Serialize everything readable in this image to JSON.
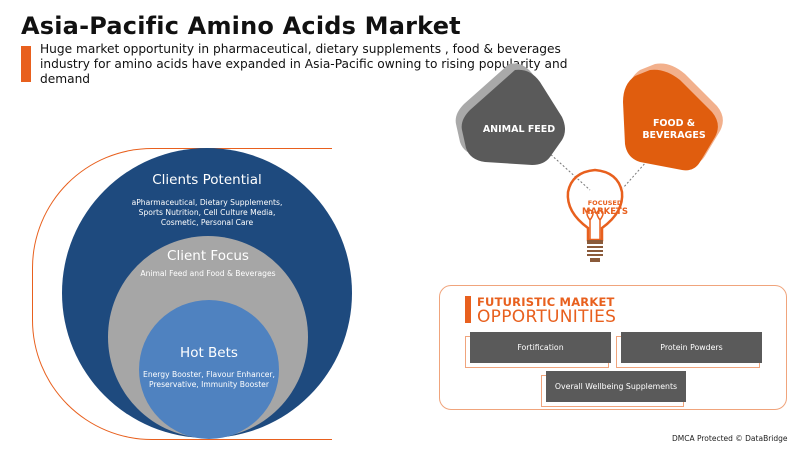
{
  "header": {
    "title": "Asia-Pacific Amino Acids Market",
    "subtitle": "Huge market opportunity in pharmaceutical, dietary supplements , food & beverages industry for amino acids have expanded in Asia-Pacific owning to rising popularity and demand"
  },
  "colors": {
    "accent_orange": "#e8601e",
    "light_orange": "#f0a47c",
    "dark_blue": "#1e4a7e",
    "gray": "#a6a6a6",
    "mid_blue": "#4f82c0",
    "dark_gray": "#5a5a5a"
  },
  "circles": {
    "outer": {
      "heading": "Clients Potential",
      "body_lines": [
        "aPharmaceutical, Dietary Supplements,",
        "Sports Nutrition, Cell Culture Media,",
        "Cosmetic, Personal Care"
      ]
    },
    "middle": {
      "heading": "Client Focus",
      "body": "Animal Feed and Food & Beverages"
    },
    "inner": {
      "heading": "Hot Bets",
      "body_lines": [
        "Energy Booster, Flavour Enhancer,",
        "Preservative, Immunity Booster"
      ]
    }
  },
  "focused_markets": {
    "center_label_line1": "FOCUSED",
    "center_label_line2": "MARKETS",
    "nodes": [
      {
        "label": "ANIMAL FEED",
        "color": "#5a5a5a"
      },
      {
        "label_line1": "FOOD &",
        "label_line2": "BEVERAGES",
        "color": "#e05d0e"
      }
    ]
  },
  "futuristic": {
    "title_line1": "FUTURISTIC MARKET",
    "title_line2": "OPPORTUNITIES",
    "items": [
      "Fortification",
      "Protein Powders",
      "Overall Wellbeing Supplements"
    ]
  },
  "footer": {
    "text": "DMCA Protected © DataBridge"
  }
}
